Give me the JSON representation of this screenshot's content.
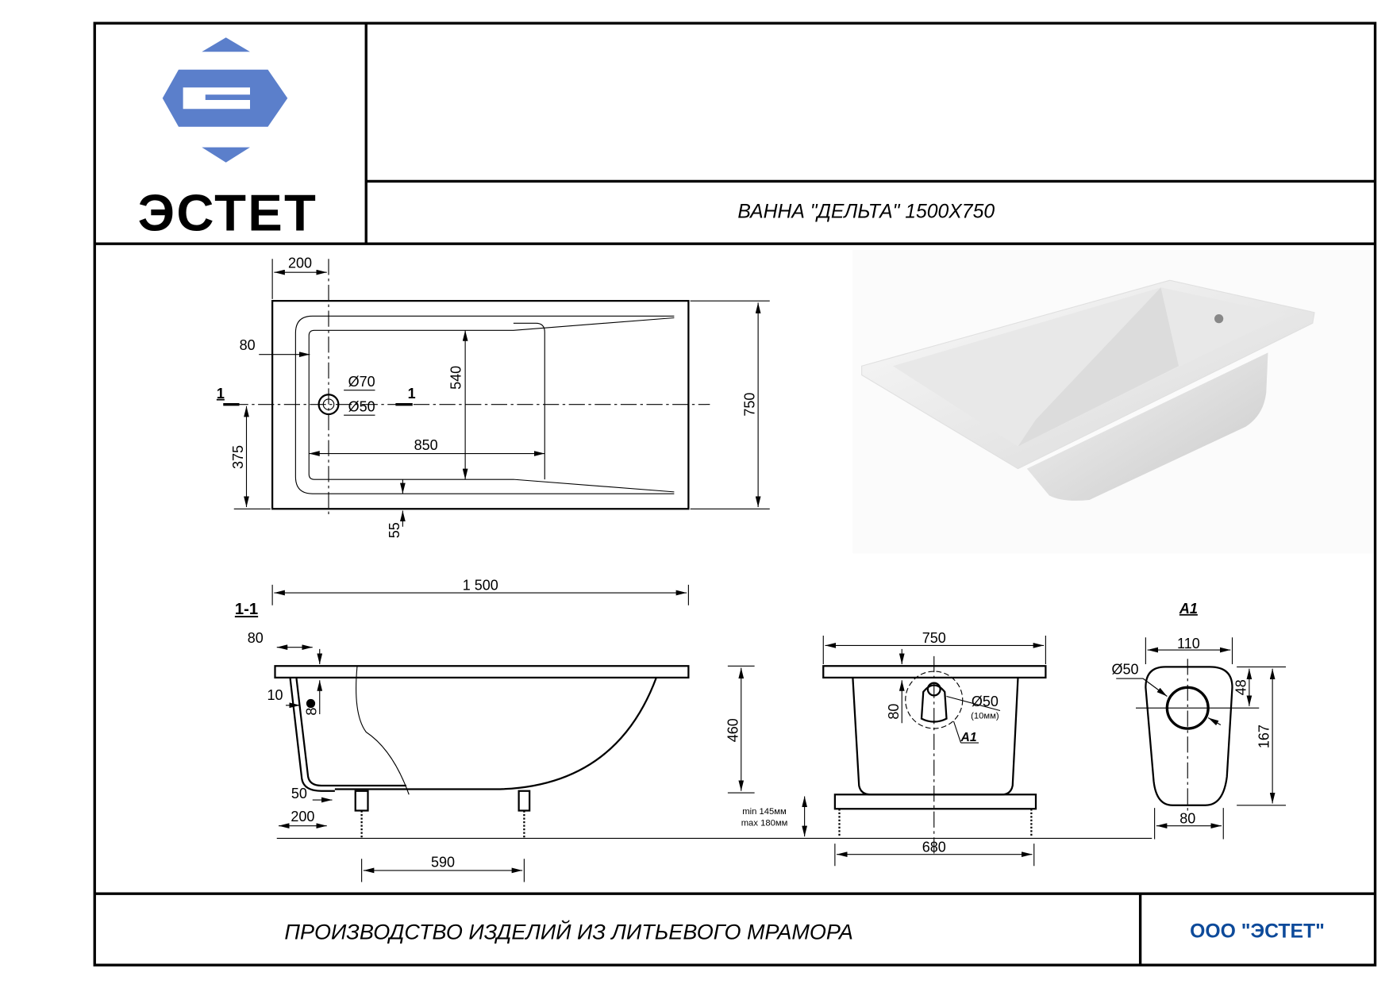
{
  "header": {
    "logo_text": "ЭСТЕТ",
    "title": "ВАННА \"ДЕЛЬТА\" 1500Х750"
  },
  "footer": {
    "description": "ПРОИЗВОДСТВО ИЗДЕЛИЙ ИЗ ЛИТЬЕВОГО МРАМОРА",
    "company": "ООО \"ЭСТЕТ\""
  },
  "colors": {
    "logo_blue": "#5b7fcb",
    "company_blue": "#0d4a9a"
  },
  "plan_view": {
    "dim_200": "200",
    "dim_80": "80",
    "dim_d70": "Ø70",
    "dim_d50": "Ø50",
    "section_mark_left": "1",
    "section_mark_right": "1",
    "dim_540": "540",
    "dim_850": "850",
    "dim_375": "375",
    "dim_55": "55",
    "dim_750": "750"
  },
  "section_view": {
    "label": "1-1",
    "dim_1500": "1 500",
    "dim_80": "80",
    "dim_10": "10",
    "dim_8": "8",
    "dim_50": "50",
    "dim_200": "200",
    "dim_590": "590",
    "dim_460": "460",
    "leg_min": "min 145мм",
    "leg_max": "max 180мм"
  },
  "end_view": {
    "dim_750": "750",
    "dim_d50": "Ø50",
    "dim_10mm": "(10мм)",
    "dim_80": "80",
    "callout": "A1",
    "dim_680": "680"
  },
  "detail_a1": {
    "label": "A1",
    "dim_110": "110",
    "dim_d50": "Ø50",
    "dim_48": "48",
    "dim_167": "167",
    "dim_80": "80"
  }
}
